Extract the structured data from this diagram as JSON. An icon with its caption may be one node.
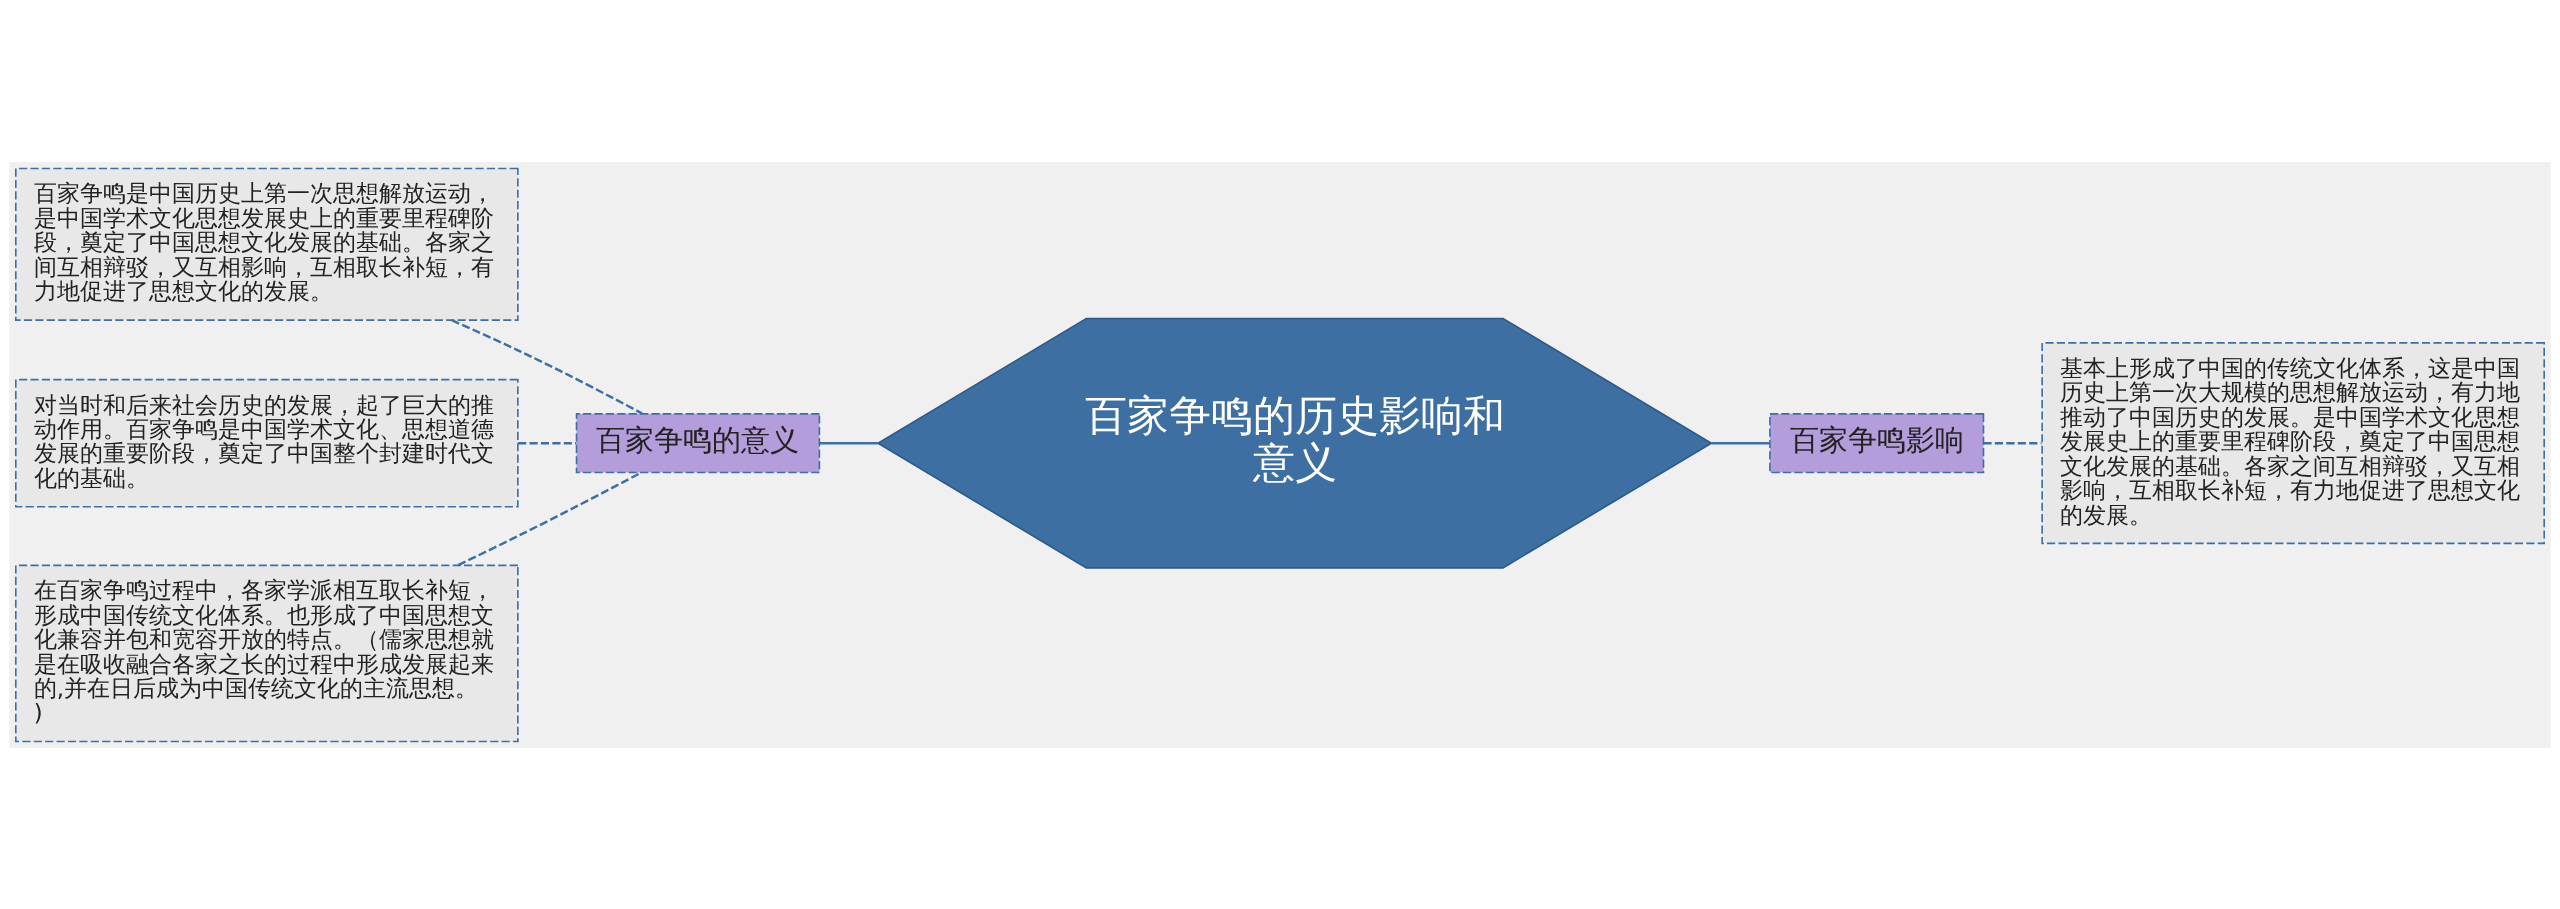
{
  "diagram": {
    "nodes": [
      {
        "text": [
          "百家争鸣的历史影响和意义"
        ]
      },
      {
        "text": [
          "百家争鸣的意义"
        ]
      },
      {
        "text": [
          "百家争鸣是中国历史上第一次思想解放运动，是中国学术文化思想发展史上的重要里程碑阶段，奠定了中国思想文化发展的基础。各家之间互相辩驳，又互相影响，互相取长补短，有力地促进了思想文化的发展。"
        ]
      },
      {
        "text": [
          "对当时和后来社会历史的发展，起了巨大的推动作用。百家争鸣是中国学术文化、思想道德发展的重要阶段，奠定了中国整个封建时代文化的基础。"
        ]
      },
      {
        "text": [
          "在百家争鸣过程中，各家学派相互取长补短，形成中国传统文化体系。也形成了中国思想文化兼容并包和宽容开放的特点。（儒家思想就是在吸收融合各家之长的过程中形成发展起来的,并在日后成为中国传统文化的主流思想。)"
        ]
      },
      {
        "text": [
          "百家争鸣影响"
        ]
      },
      {
        "text": [
          "基本上形成了中国的传统文化体系，这是中国历史上第一次大规模的思想解放运动，有力地推动了中国历史的发展。是中国学术文化思想发展史上的重要里程碑阶段，奠定了中国思想文化发展的基础。各家之间互相辩驳，又互相影响，互相取长补短，有力地促进了思想文化的发展。"
        ]
      }
    ],
    "edges": [
      {
        "from": 0,
        "to": 1,
        "arrow": "none"
      },
      {
        "from": 1,
        "to": 2,
        "arrow": "none",
        "style": "dashed"
      },
      {
        "from": 1,
        "to": 3,
        "arrow": "none",
        "style": "dashed"
      },
      {
        "from": 1,
        "to": 4,
        "arrow": "none",
        "style": "dashed"
      },
      {
        "from": 0,
        "to": 5,
        "arrow": "none"
      },
      {
        "from": 5,
        "to": 6,
        "arrow": "none",
        "style": "dashed"
      }
    ]
  }
}
